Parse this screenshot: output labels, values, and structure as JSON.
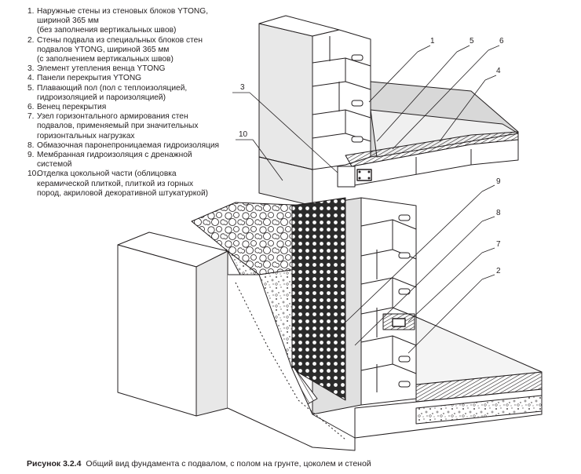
{
  "legend": [
    {
      "num": "1.",
      "text": "Наружные стены из стеновых блоков YTONG,\nшириной 365 мм\n(без заполнения вертикальных швов)"
    },
    {
      "num": "2.",
      "text": "Стены подвала из специальных блоков стен\nподвалов YTONG, шириной 365 мм\n(с заполнением вертикальных швов)"
    },
    {
      "num": "3.",
      "text": "Элемент утепления венца YTONG"
    },
    {
      "num": "4.",
      "text": "Панели перекрытия YTONG"
    },
    {
      "num": "5.",
      "text": "Плавающий пол (пол с теплоизоляцией,\nгидроизоляцией и пароизоляцией)"
    },
    {
      "num": "6.",
      "text": "Венец перекрытия"
    },
    {
      "num": "7.",
      "text": "Узел горизонтального армирования стен\nподвалов, применяемый при значительных\nгоризонтальных нагрузках"
    },
    {
      "num": "8.",
      "text": "Обмазочная паронепроницаемая гидроизоляция"
    },
    {
      "num": "9.",
      "text": "Мембранная гидроизоляция с дренажной\nсистемой"
    },
    {
      "num": "10.",
      "text": "Отделка цокольной части (облицовка\nкерамической плиткой, плиткой из горных\nпород, акриловой декоративной штукатуркой)"
    }
  ],
  "callouts": [
    "1",
    "5",
    "6",
    "4",
    "3",
    "10",
    "9",
    "8",
    "7",
    "2"
  ],
  "caption": {
    "label": "Рисунок 3.2.4",
    "text": "Общий вид фундамента с подвалом, с полом на грунте, цоколем и стеной"
  }
}
